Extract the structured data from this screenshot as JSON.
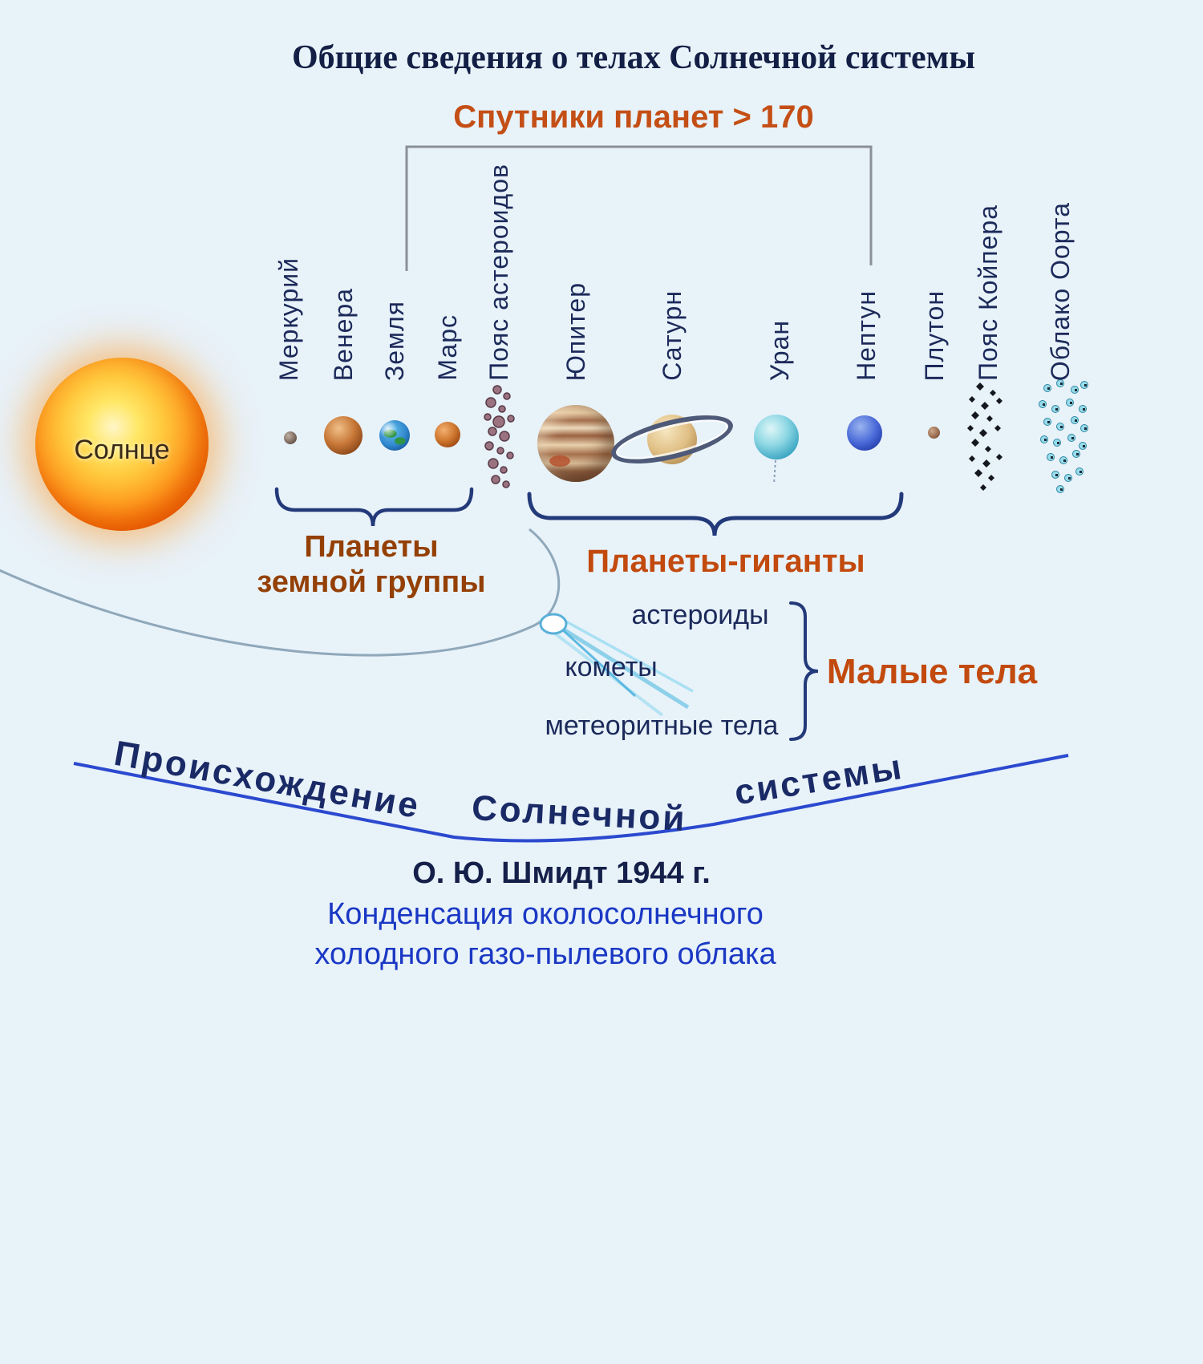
{
  "title": "Общие сведения о телах Солнечной системы",
  "satellites": {
    "label": "Спутники планет > 170"
  },
  "sun": {
    "label": "Солнце"
  },
  "objects": [
    {
      "name": "Меркурий",
      "type": "planet"
    },
    {
      "name": "Венера",
      "type": "planet"
    },
    {
      "name": "Земля",
      "type": "planet"
    },
    {
      "name": "Марс",
      "type": "planet"
    },
    {
      "name": "Пояс астероидов",
      "type": "belt"
    },
    {
      "name": "Юпитер",
      "type": "planet"
    },
    {
      "name": "Сатурн",
      "type": "planet"
    },
    {
      "name": "Уран",
      "type": "planet"
    },
    {
      "name": "Нептун",
      "type": "planet"
    },
    {
      "name": "Плутон",
      "type": "planet"
    },
    {
      "name": "Пояс Койпера",
      "type": "belt"
    },
    {
      "name": "Облако Оорта",
      "type": "cloud"
    }
  ],
  "groups": {
    "terrestrial_line1": "Планеты",
    "terrestrial_line2": "земной группы",
    "giants": "Планеты-гиганты"
  },
  "small_bodies": {
    "items": [
      "астероиды",
      "кометы",
      "метеоритные тела"
    ],
    "label": "Малые тела"
  },
  "origin": {
    "word1": "Происхождение",
    "word2": "Солнечной",
    "word3": "системы",
    "author": "О. Ю. Шмидт 1944 г.",
    "theory_line1": "Конденсация околосолнечного",
    "theory_line2": "холодного газо-пылевого облака"
  },
  "colors": {
    "background": "#e8f2f9",
    "accent_orange": "#c24a0e",
    "terrestrial_brown": "#944005",
    "navy": "#1b2a5a",
    "theory_blue": "#1a38c4",
    "origin_line_blue": "#2b49cf",
    "bracket_gray": "#8b9098"
  }
}
